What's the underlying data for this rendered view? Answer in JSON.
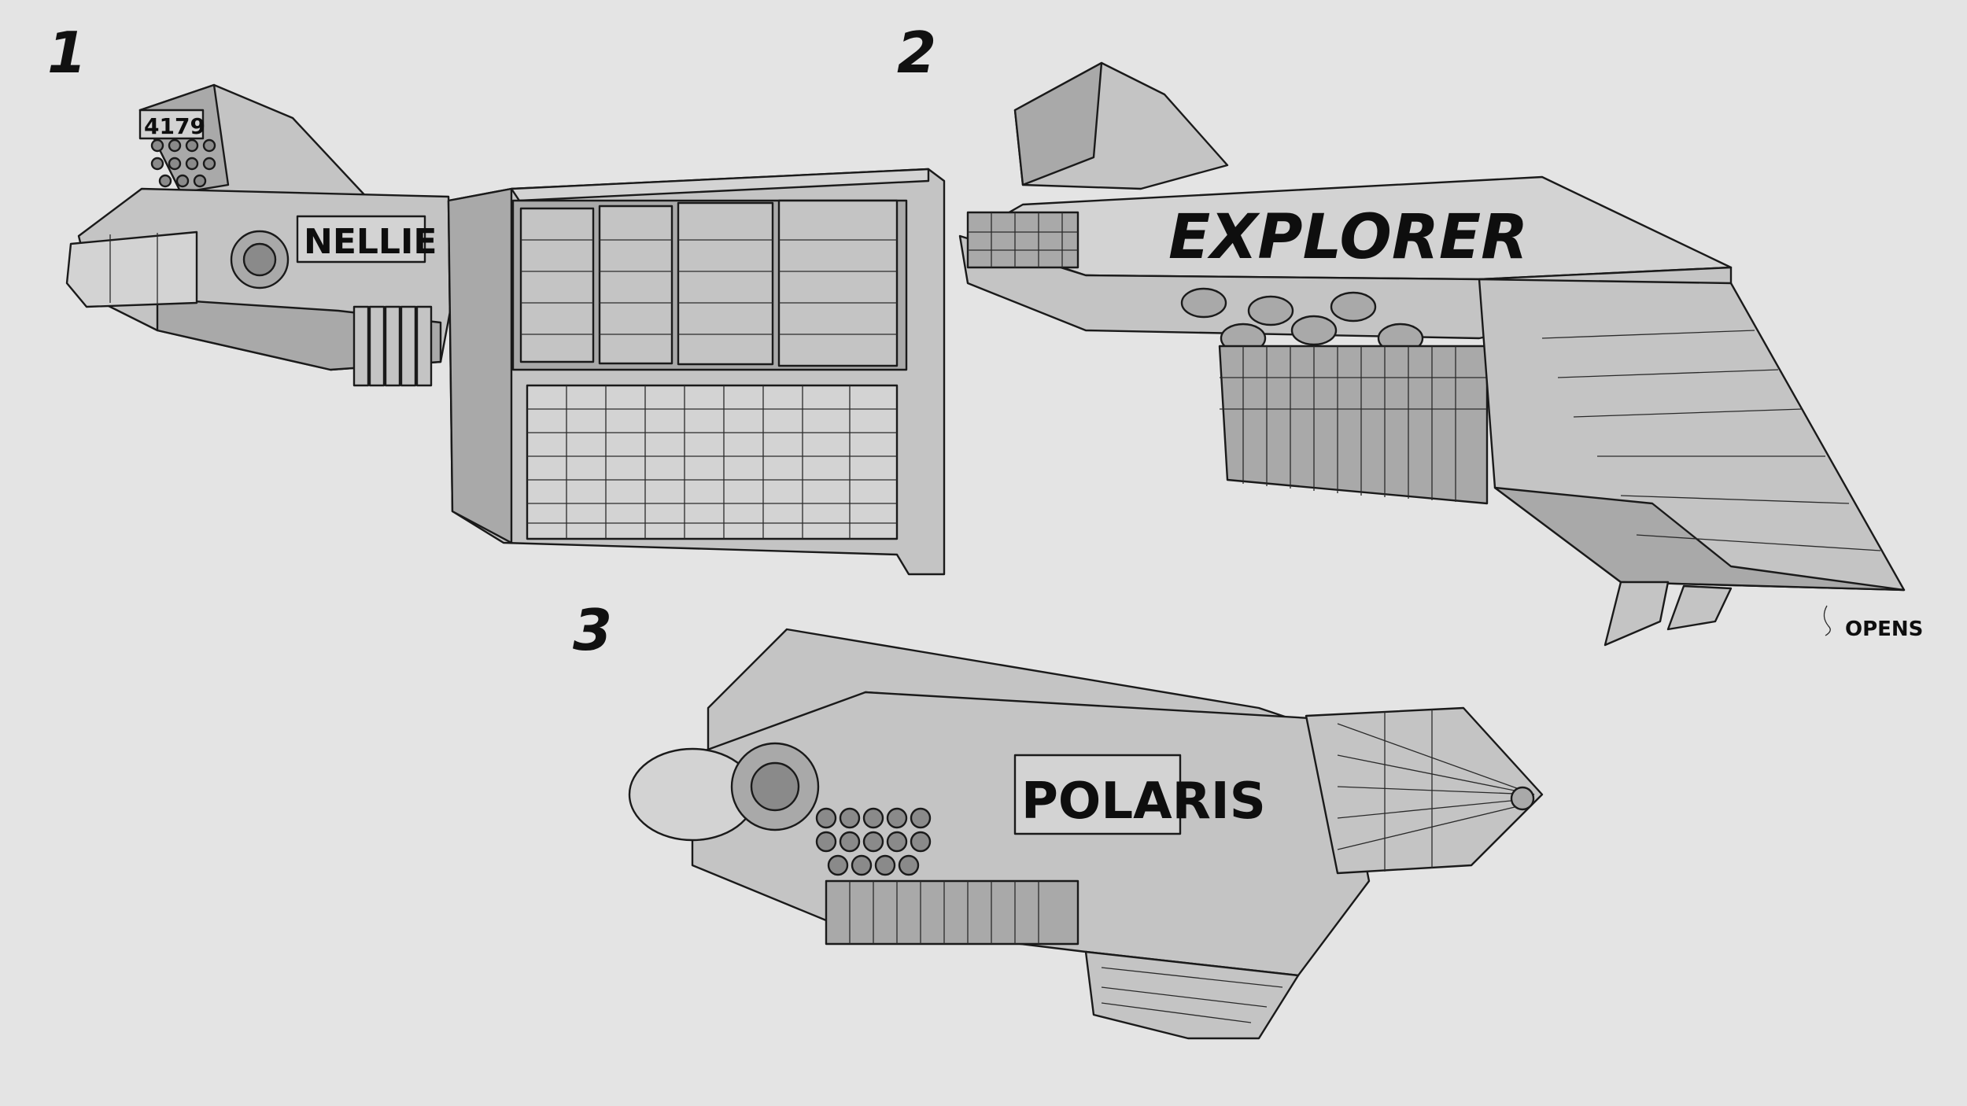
{
  "panels": [
    {
      "number": "1",
      "ship_name": "NELLIE",
      "hull_code": "4179"
    },
    {
      "number": "2",
      "ship_name": "EXPLORER"
    },
    {
      "number": "3",
      "ship_name": "POLARIS"
    }
  ],
  "signature": "OPENS",
  "colors": {
    "background": "#e4e4e4",
    "hull_light": "#c4c4c4",
    "hull_mid": "#a9a9a9",
    "hull_dark": "#8a8a8a",
    "outline": "#1a1a1a"
  }
}
